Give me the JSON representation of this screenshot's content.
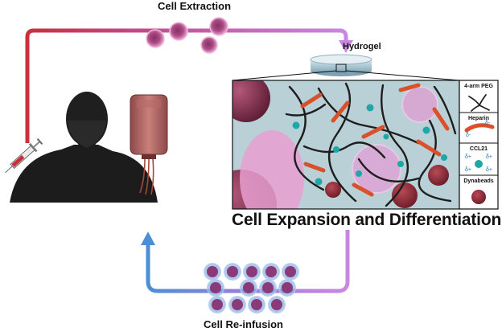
{
  "labels": {
    "cell_extraction": "Cell Extraction",
    "hydrogel": "Hydrogel",
    "cell_expansion": "Cell Expansion and Differentiation",
    "cell_reinfusion": "Cell Re-infusion"
  },
  "legend": {
    "peg": "4-arm PEG",
    "heparin": "Heparin",
    "heparin_charge": "δ-",
    "ccl21": "CCL21",
    "ccl21_charge": "δ+",
    "dynabeads": "Dynabeads"
  },
  "colors": {
    "arrow_red": "#c8303c",
    "arrow_purple": "#c987e3",
    "arrow_blue": "#4a8fd6",
    "cell_pink": "#e07fba",
    "cell_dark": "#7a2a55",
    "heparin": "#d9502a",
    "ccl21": "#1fa7a7",
    "dynabead": "#8e2a36",
    "gel_bg": "#b9d0d6"
  }
}
